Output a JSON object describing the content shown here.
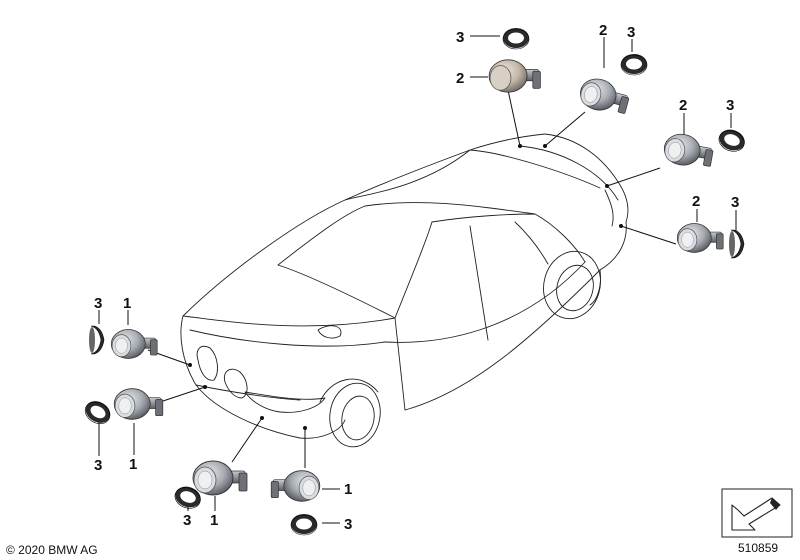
{
  "footer": {
    "copyright": "© 2020 BMW AG",
    "diagram_id": "510859"
  },
  "callouts": {
    "c01": "3",
    "c02": "2",
    "c03": "2",
    "c04": "3",
    "c05": "2",
    "c06": "3",
    "c07": "2",
    "c08": "3",
    "c09": "3",
    "c10": "1",
    "c11": "3",
    "c12": "1",
    "c13": "1",
    "c14": "3",
    "c15": "1",
    "c16": "3"
  },
  "icons": {
    "view_direction": "arrow-view-icon"
  },
  "colors": {
    "sensor_body": "#a7acb2",
    "sensor_dark": "#4a4e54",
    "sensor_face": "#d4d7db",
    "sensor_beige": "#c4b8aa",
    "seal_ring": "#2a2a2a"
  }
}
